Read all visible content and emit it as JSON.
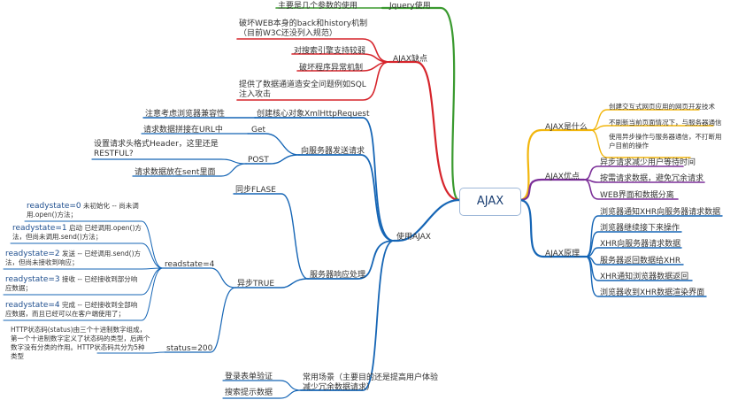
{
  "center": "AJAX",
  "colors": {
    "green": "#3a9a2f",
    "red": "#d6252c",
    "blue": "#1565b5",
    "yellow": "#f2b60d",
    "purple": "#7b2e98"
  },
  "jquery": {
    "label": "Jquery使用",
    "child": "主要是几个参数的使用"
  },
  "cons": {
    "label": "AJAX缺点",
    "items": [
      "破坏WEB本身的back和history机制（目前W3C还没列入规范）",
      "对搜索引擎支持较弱",
      "破坏程序异常机制",
      "提供了数据通道造安全问题例如SQL注入攻击"
    ]
  },
  "what": {
    "label": "AJAX是什么",
    "items": [
      "创建交互式网页应用的网页开发技术",
      "不刷新当前页面情况下，与服务器通信",
      "使用异步操作与服务器通信，不打断用户目前的操作"
    ]
  },
  "pros": {
    "label": "AJAX优点",
    "items": [
      "异步请求减少用户等待时间",
      "按需请求数据，避免冗余请求",
      "WEB界面和数据分离"
    ]
  },
  "principle": {
    "label": "AJAX原理",
    "items": [
      "浏览器通知XHR向服务器请求数据",
      "浏览器继续接下来操作",
      "XHR向服务器请求数据",
      "服务器返回数据给XHR",
      "XHR通知浏览器数据返回",
      "浏览器收到XHR数据渲染界面"
    ]
  },
  "use": {
    "label": "使用AJAX",
    "create": {
      "label": "创建核心对象XmlHttpRequest",
      "child": "注意考虑浏览器兼容性"
    },
    "send": {
      "label": "向服务器发送请求",
      "get": {
        "label": "Get",
        "child": "请求数据拼接在URL中"
      },
      "post": {
        "label": "POST",
        "children": [
          "设置请求头格式Header，这里还是RESTFUL?",
          "请求数据放在sent里面"
        ]
      }
    },
    "response": {
      "label": "服务器响应处理",
      "sync": "同步FLASE",
      "async": "异步TRUE",
      "readystate": {
        "label": "readstate=4",
        "items": [
          {
            "code": "readystate=0",
            "text": " 未初始化 -- 尚未调用.open()方法；"
          },
          {
            "code": "readystate=1",
            "text": " 启动 已经调用.open()方法，但尚未调用.send()方法；"
          },
          {
            "code": "readystate=2",
            "text": " 发送 -- 已经调用.send()方法，但尚未接收到响应；"
          },
          {
            "code": "readystate=3",
            "text": " 接收 -- 已经接收到部分响应数据；"
          },
          {
            "code": "readystate=4",
            "text": " 完成 -- 已经接收到全部响应数据，而且已经可以在客户端使用了；"
          }
        ]
      },
      "status": {
        "label": "status=200",
        "child": "HTTP状态码(status)由三个十进制数字组成，第一个十进制数字定义了状态码的类型，后两个数字没有分类的作用。HTTP状态码共分为5种类型"
      }
    },
    "scenario": {
      "label": "常用场景（主要目的还是提高用户体验减少冗余数据请求）",
      "items": [
        "登录表单验证",
        "搜索提示数据"
      ]
    }
  }
}
